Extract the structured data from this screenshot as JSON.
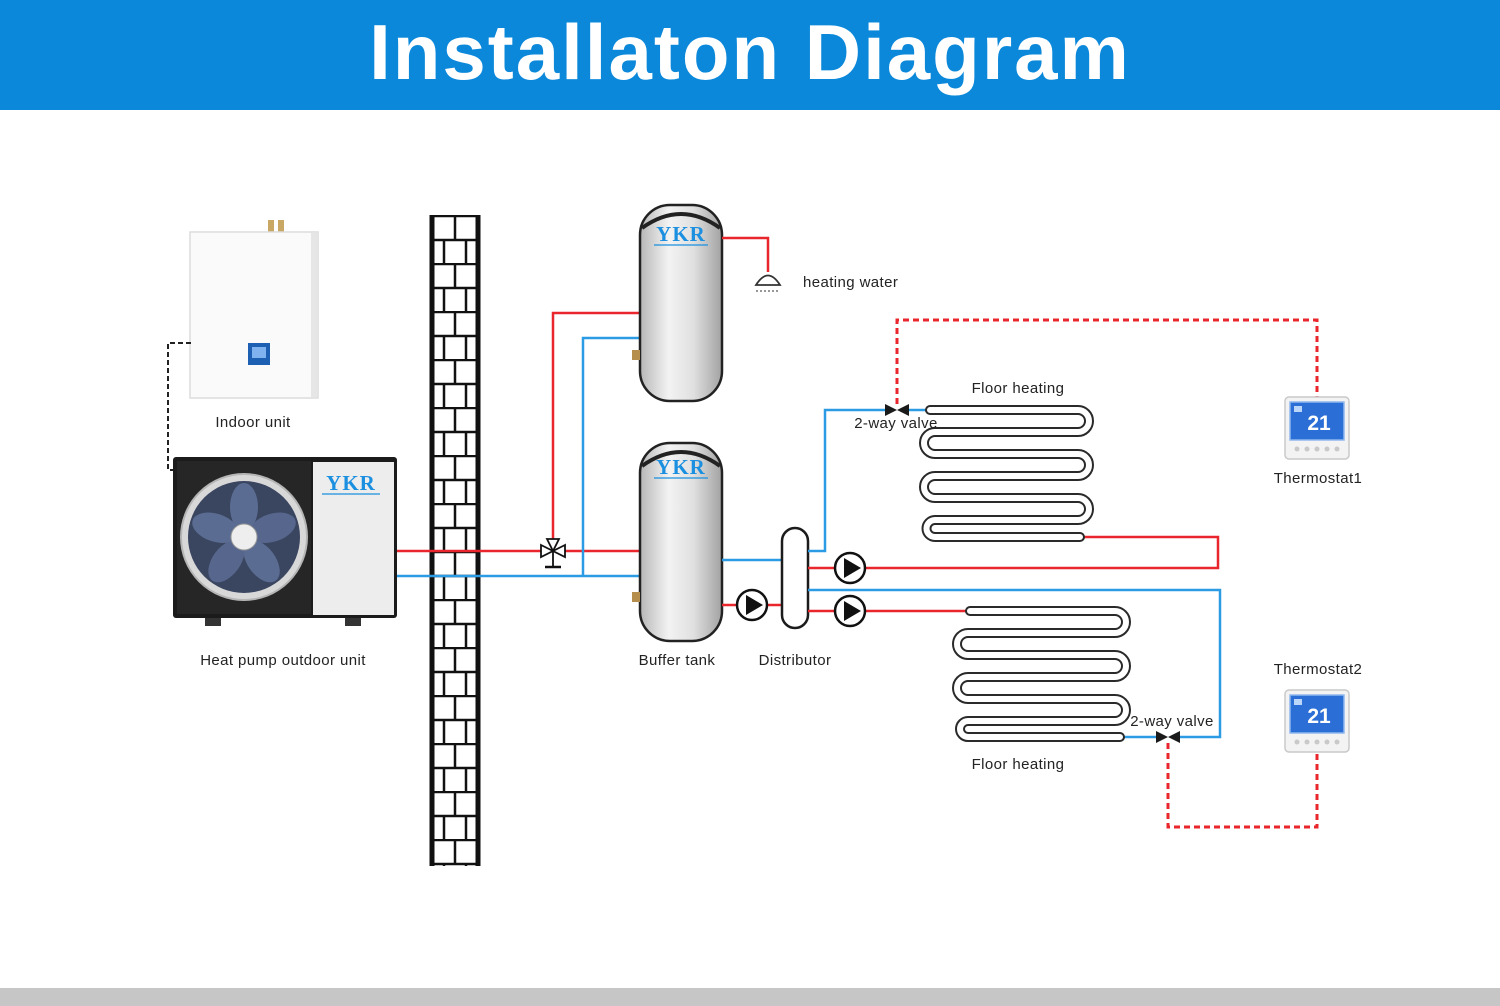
{
  "header": {
    "title": "Installaton Diagram"
  },
  "brand": {
    "logo": "YKR"
  },
  "labels": {
    "indoor_unit": "Indoor unit",
    "outdoor_unit": "Heat pump outdoor unit",
    "heating_water": "heating water",
    "buffer_tank": "Buffer tank",
    "distributor": "Distributor",
    "floor_heating_1": "Floor heating",
    "floor_heating_2": "Floor heating",
    "valve_1": "2-way valve",
    "valve_2": "2-way valve",
    "thermostat_1": "Thermostat1",
    "thermostat_2": "Thermostat2"
  },
  "thermostat": {
    "display": "21"
  },
  "colors": {
    "header_bg": "#0b88da",
    "hot_pipe": "#e8262b",
    "cold_pipe": "#2b9be4",
    "control_wire": "#e8262b",
    "footer_bar": "#c6c6c6"
  }
}
